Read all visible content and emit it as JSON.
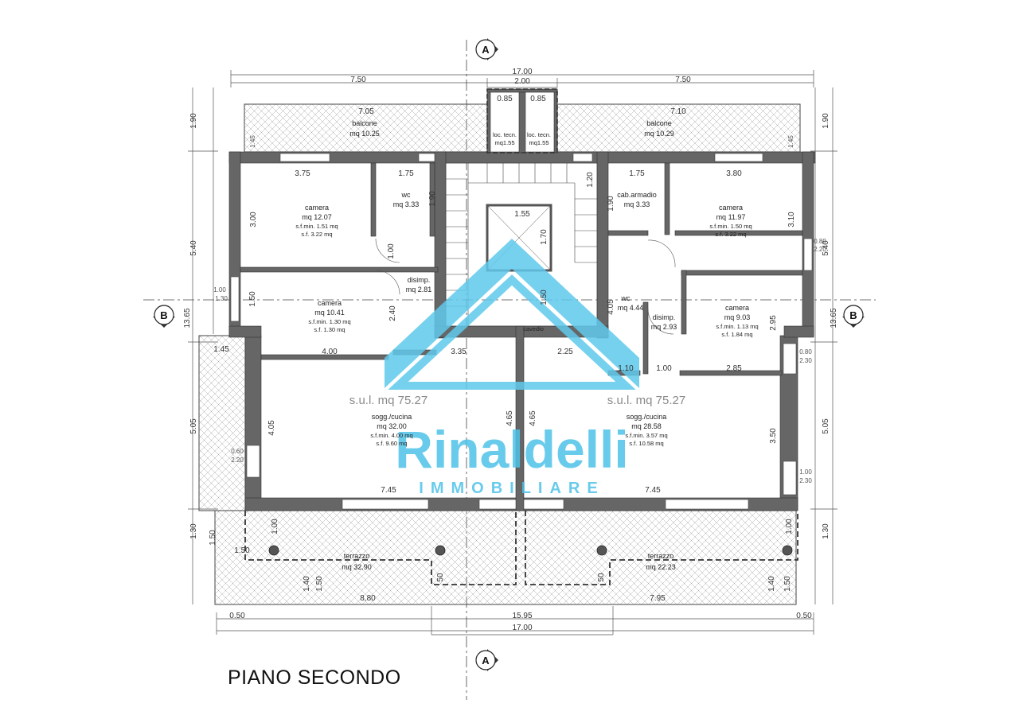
{
  "drawing": {
    "title": "PIANO SECONDO",
    "section_a": "A",
    "section_b": "B"
  },
  "watermark": {
    "brand": "Rinaldelli",
    "subtitle": "IMMOBILIARE",
    "color": "#4fc3e8"
  },
  "dimensions": {
    "top_total": "17.00",
    "top_left": "7.50",
    "top_mid": "2.00",
    "top_right": "7.50",
    "tecn_left_w": "0.85",
    "tecn_right_w": "0.85",
    "balc_left_w": "7.05",
    "balc_right_w": "7.10",
    "left_h_top": "1.90",
    "left_h_mid": "5.40",
    "left_h_total": "13.65",
    "left_h_bot": "5.05",
    "left_h_terr": "1.30",
    "right_h_top": "1.90",
    "right_h_mid": "5.40",
    "right_h_total": "13.65",
    "right_h_bot": "5.05",
    "right_h_terr": "1.30",
    "bottom_left": "0.50",
    "bottom_mid": "15.95",
    "bottom_right": "0.50",
    "bottom_total": "17.00",
    "room_w_375": "3.75",
    "room_w_175a": "1.75",
    "room_w_175b": "1.75",
    "room_w_380": "3.80",
    "room_h_300": "3.00",
    "room_h_310": "3.10",
    "wc_h_190": "1.90",
    "cab_h_190": "1.90",
    "stair_120": "1.20",
    "stair_155": "1.55",
    "stair_170": "1.70",
    "stair_150": "1.50",
    "dis_100": "1.00",
    "dis_240": "2.40",
    "cam_h_150": "1.50",
    "w_400": "4.00",
    "w_335": "3.35",
    "w_225": "2.25",
    "w_110": "1.10",
    "w_100": "1.00",
    "w_285": "2.85",
    "h_405": "4.05",
    "h_295": "2.95",
    "wc_405": "4.05",
    "left_145": "1.45",
    "sog_h_405": "4.05",
    "sog_h_465a": "4.65",
    "sog_h_465b": "4.65",
    "sog_h_350": "3.50",
    "sog_w_745a": "7.45",
    "sog_w_745b": "7.45",
    "terr_880": "8.80",
    "terr_795": "7.95",
    "terr_150": "1.50",
    "terr_140a": "1.40",
    "terr_150b": "1.50",
    "terr_100a": "1.00",
    "terr_100b": "1.00",
    "terr_140b": "1.40",
    "terr_150c": "1.50",
    "terr_50a": "50",
    "terr_50b": "50",
    "terr_150d": "1.50"
  },
  "windows": {
    "win_left_a": "1.00",
    "win_left_b": "1.30",
    "win_left2_a": "0.60",
    "win_left2_b": "2.20",
    "win_right_a": "0.80",
    "win_right_b": "2.30",
    "win_right2_a": "1.00",
    "win_right2_b": "2.30",
    "win_right3_a": "0.80",
    "win_right3_b": "2.20",
    "win_top_a": "1.45",
    "win_top_b": "1.45"
  },
  "rooms": {
    "balcone_left": {
      "name": "balcone",
      "area": "mq 10.25"
    },
    "balcone_right": {
      "name": "balcone",
      "area": "mq 10.29"
    },
    "loc_left": {
      "name": "loc. tecn.",
      "area": "mq1.55"
    },
    "loc_right": {
      "name": "loc. tecn.",
      "area": "mq1.55"
    },
    "camera_nw": {
      "name": "camera",
      "area": "mq 12.07",
      "sfmin": "s.f.min. 1.51 mq",
      "sf": "s.f. 3.22 mq"
    },
    "wc_left": {
      "name": "wc",
      "area": "mq 3.33"
    },
    "cab_armadio": {
      "name": "cab.armadio",
      "area": "mq 3.33"
    },
    "camera_ne": {
      "name": "camera",
      "area": "mq 11.97",
      "sfmin": "s.f.min. 1.50 mq",
      "sf": "s.f. 3.22 mq"
    },
    "disimp_left": {
      "name": "disimp.",
      "area": "mq 2.81"
    },
    "camera_w": {
      "name": "camera",
      "area": "mq 10.41",
      "sfmin": "s.f.min. 1.30 mq",
      "sf": "s.f. 1.30 mq"
    },
    "wc_right": {
      "name": "wc",
      "area": "mq 4.44"
    },
    "disimp_right": {
      "name": "disimp.",
      "area": "mq 2.93"
    },
    "camera_e": {
      "name": "camera",
      "area": "mq 9.03",
      "sfmin": "s.f.min. 1.13 mq",
      "sf": "s.f. 1.84 mq"
    },
    "cavedio": {
      "name": "cavedio"
    },
    "sul_left": {
      "label": "s.u.l. mq 75.27"
    },
    "sul_right": {
      "label": "s.u.l. mq 75.27"
    },
    "sogg_left": {
      "name": "sogg./cucina",
      "area": "mq 32.00",
      "sfmin": "s.f.min. 4.00 mq",
      "sf": "s.f. 9.60 mq"
    },
    "sogg_right": {
      "name": "sogg./cucina",
      "area": "mq 28.58",
      "sfmin": "s.f.min. 3.57 mq",
      "sf": "s.f. 10.58 mq"
    },
    "terrazzo_left": {
      "name": "terrazzo",
      "area": "mq 32.90"
    },
    "terrazzo_right": {
      "name": "terrazzo",
      "area": "mq 22.23"
    }
  },
  "colors": {
    "wall": "#666666",
    "hatch": "#9a9a9a",
    "line": "#333333"
  }
}
